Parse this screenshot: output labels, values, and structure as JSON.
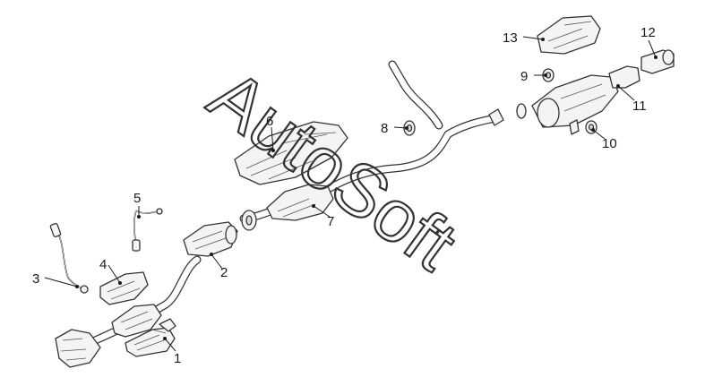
{
  "callouts": {
    "c1": "1",
    "c2": "2",
    "c3": "3",
    "c4": "4",
    "c5": "5",
    "c6": "6",
    "c7": "7",
    "c8": "8",
    "c9": "9",
    "c10": "10",
    "c11": "11",
    "c12": "12",
    "c13": "13"
  },
  "watermark": {
    "text": "AutoSoft"
  },
  "colors": {
    "line": "#333333",
    "background": "#ffffff"
  }
}
